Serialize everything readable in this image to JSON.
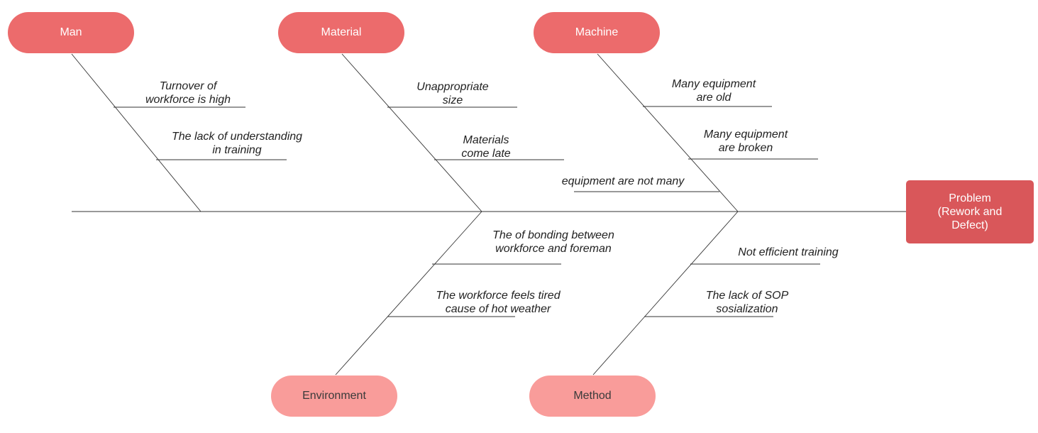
{
  "diagram": {
    "categories": {
      "man": "Man",
      "material": "Material",
      "machine": "Machine",
      "environment": "Environment",
      "method": "Method"
    },
    "problem": "Problem\n(Rework and\nDefect)",
    "causes": {
      "man": [
        "Turnover of\nworkforce is high",
        "The lack of understanding\nin training"
      ],
      "material": [
        "Unappropriate\nsize",
        "Materials\ncome late"
      ],
      "machine": [
        "Many equipment\nare old",
        "Many equipment\nare broken",
        "equipment are not many"
      ],
      "environment": [
        "The of bonding between\nworkforce and foreman",
        "The workforce feels tired\ncause of  hot weather"
      ],
      "method": [
        "Not efficient training",
        "The lack of SOP\nsosialization"
      ]
    },
    "colors": {
      "top_category": "#ec6b6c",
      "bottom_category": "#f99c9a",
      "problem": "#d9575a",
      "line": "#333333"
    }
  }
}
